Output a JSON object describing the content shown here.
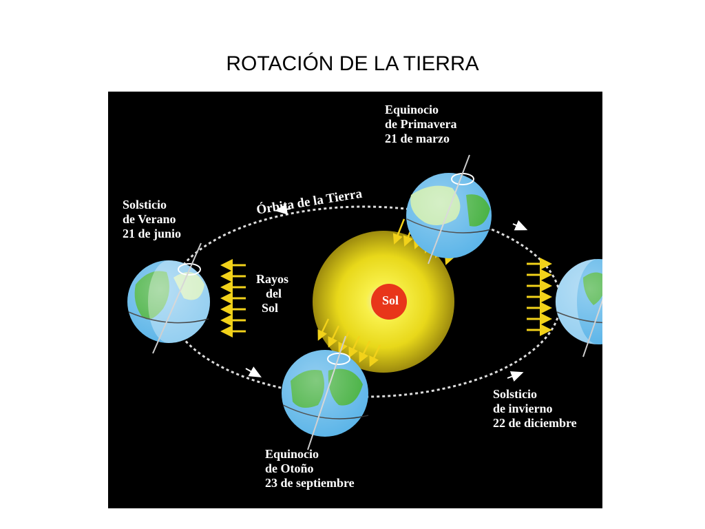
{
  "title": "ROTACIÓN DE LA TIERRA",
  "diagram": {
    "orbit_label": "Órbita de la Tierra",
    "sun_label": "Sol",
    "rays_label": [
      "Rayos",
      "del",
      "Sol"
    ],
    "spring": [
      "Equinocio",
      "de Primavera",
      "21 de marzo"
    ],
    "summer": [
      "Solsticio",
      "de Verano",
      "21 de junio"
    ],
    "autumn": [
      "Equinocio",
      "de Otoño",
      "23 de septiembre"
    ],
    "winter": [
      "Solsticio",
      "de invierno",
      "22 de diciembre"
    ]
  },
  "colors": {
    "background": "#000000",
    "ocean": "#5ab4e8",
    "land": "#3fae3a",
    "sun_core": "#e8361a",
    "sun_glow": "#f5e81c",
    "rays": "#f2d21a",
    "orbit": "#dddddd"
  }
}
